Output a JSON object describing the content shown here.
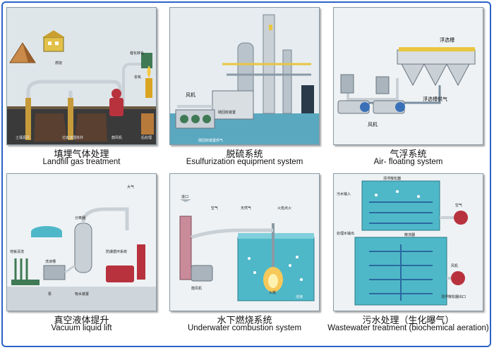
{
  "panels": [
    {
      "title_zh": "填埋气体处理",
      "title_en": "Landfill gas treatment",
      "labels": [
        "催化转化",
        "去氧",
        "燃烧",
        "土壤源风",
        "垃圾填埋体井",
        "鼓风机",
        "后处理"
      ]
    },
    {
      "title_zh": "脱硫系统",
      "title_en": "Esulfurization equipment system",
      "labels": [
        "风机",
        "硫回收装置",
        "硫回收装置供气"
      ]
    },
    {
      "title_zh": "气浮系统",
      "title_en": "Air- floating system",
      "labels": [
        "浮选槽",
        "浮选槽供气",
        "风机"
      ]
    },
    {
      "title_zh": "真空液体提升",
      "title_en": "Vacuum liquid lift",
      "labels": [
        "大气",
        "分离器",
        "地板清洗",
        "洗液槽",
        "防爆循环系统",
        "泵",
        "吸水装置"
      ]
    },
    {
      "title_zh": "水下燃烧系统",
      "title_en": "Underwater combustion system",
      "labels": [
        "进口",
        "空气",
        "天然气",
        "火焰点火",
        "鼓风机",
        "火焰",
        "溶液"
      ]
    },
    {
      "title_zh": "污水处理（生化曝气）",
      "title_en": "Wastewater treatment (biochemical aeration)",
      "labels": [
        "漂浮散松器",
        "污水输入",
        "空气",
        "处理水输出",
        "散流器",
        "风机",
        "漂浮散松器出口"
      ]
    }
  ],
  "colors": {
    "frame": "#2b63c9",
    "sky": "#dfe6ea",
    "ground": "#3a3a3a",
    "water": "#4fb8c8",
    "pipe": "#c9d0d6",
    "pump_red": "#b8323e",
    "pump_green": "#3f7a55"
  },
  "icons": [
    "pyramid-icon",
    "building-icon",
    "pump-icon",
    "stack-icon",
    "tank-icon",
    "flame-icon"
  ]
}
